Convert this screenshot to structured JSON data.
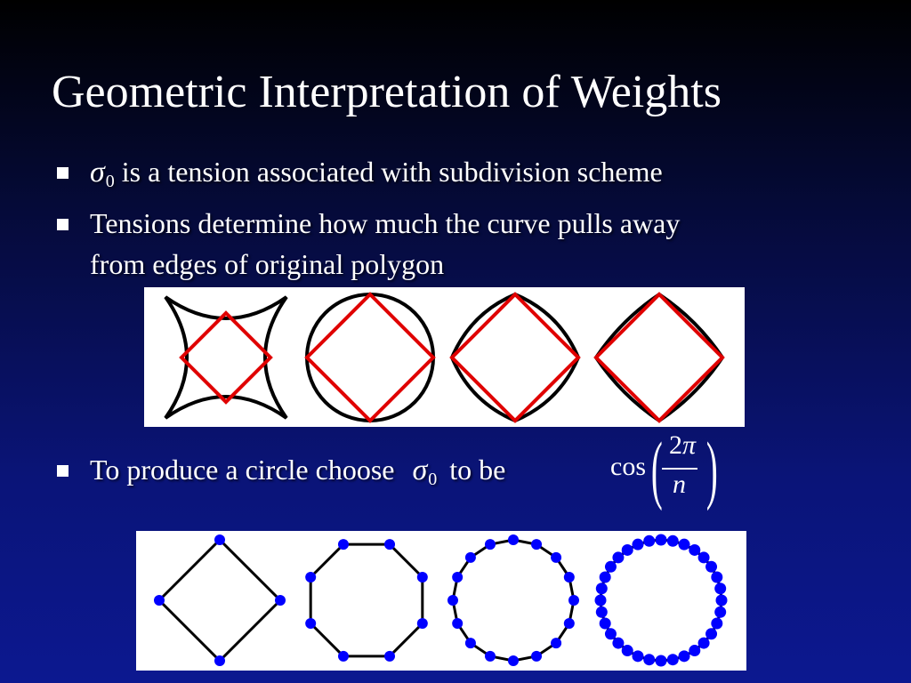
{
  "slide": {
    "title": "Geometric Interpretation of Weights"
  },
  "bullets": [
    {
      "symbol": "σ",
      "subscript": "0",
      "text": "is a tension associated with subdivision scheme"
    },
    {
      "line1": "Tensions determine how much the curve pulls away",
      "line2": "from edges of original polygon"
    },
    {
      "text_before": "To produce a circle choose",
      "symbol": "σ",
      "subscript": "0",
      "text_after": "to be"
    }
  ],
  "formula": {
    "function": "cos",
    "numerator": "2π",
    "numerator_coefficient": "2",
    "numerator_symbol": "π",
    "denominator": "n"
  },
  "colors": {
    "curve": "#000000",
    "polygon": "#e00000",
    "points": "#0000ff",
    "panel_bg": "#ffffff"
  },
  "figures": {
    "tension_panel": [
      "concave-star-curve",
      "circle-curve",
      "rounded-diamond-curve",
      "near-diamond-curve"
    ],
    "circle_panel_vertex_counts": [
      4,
      8,
      16,
      32
    ]
  }
}
